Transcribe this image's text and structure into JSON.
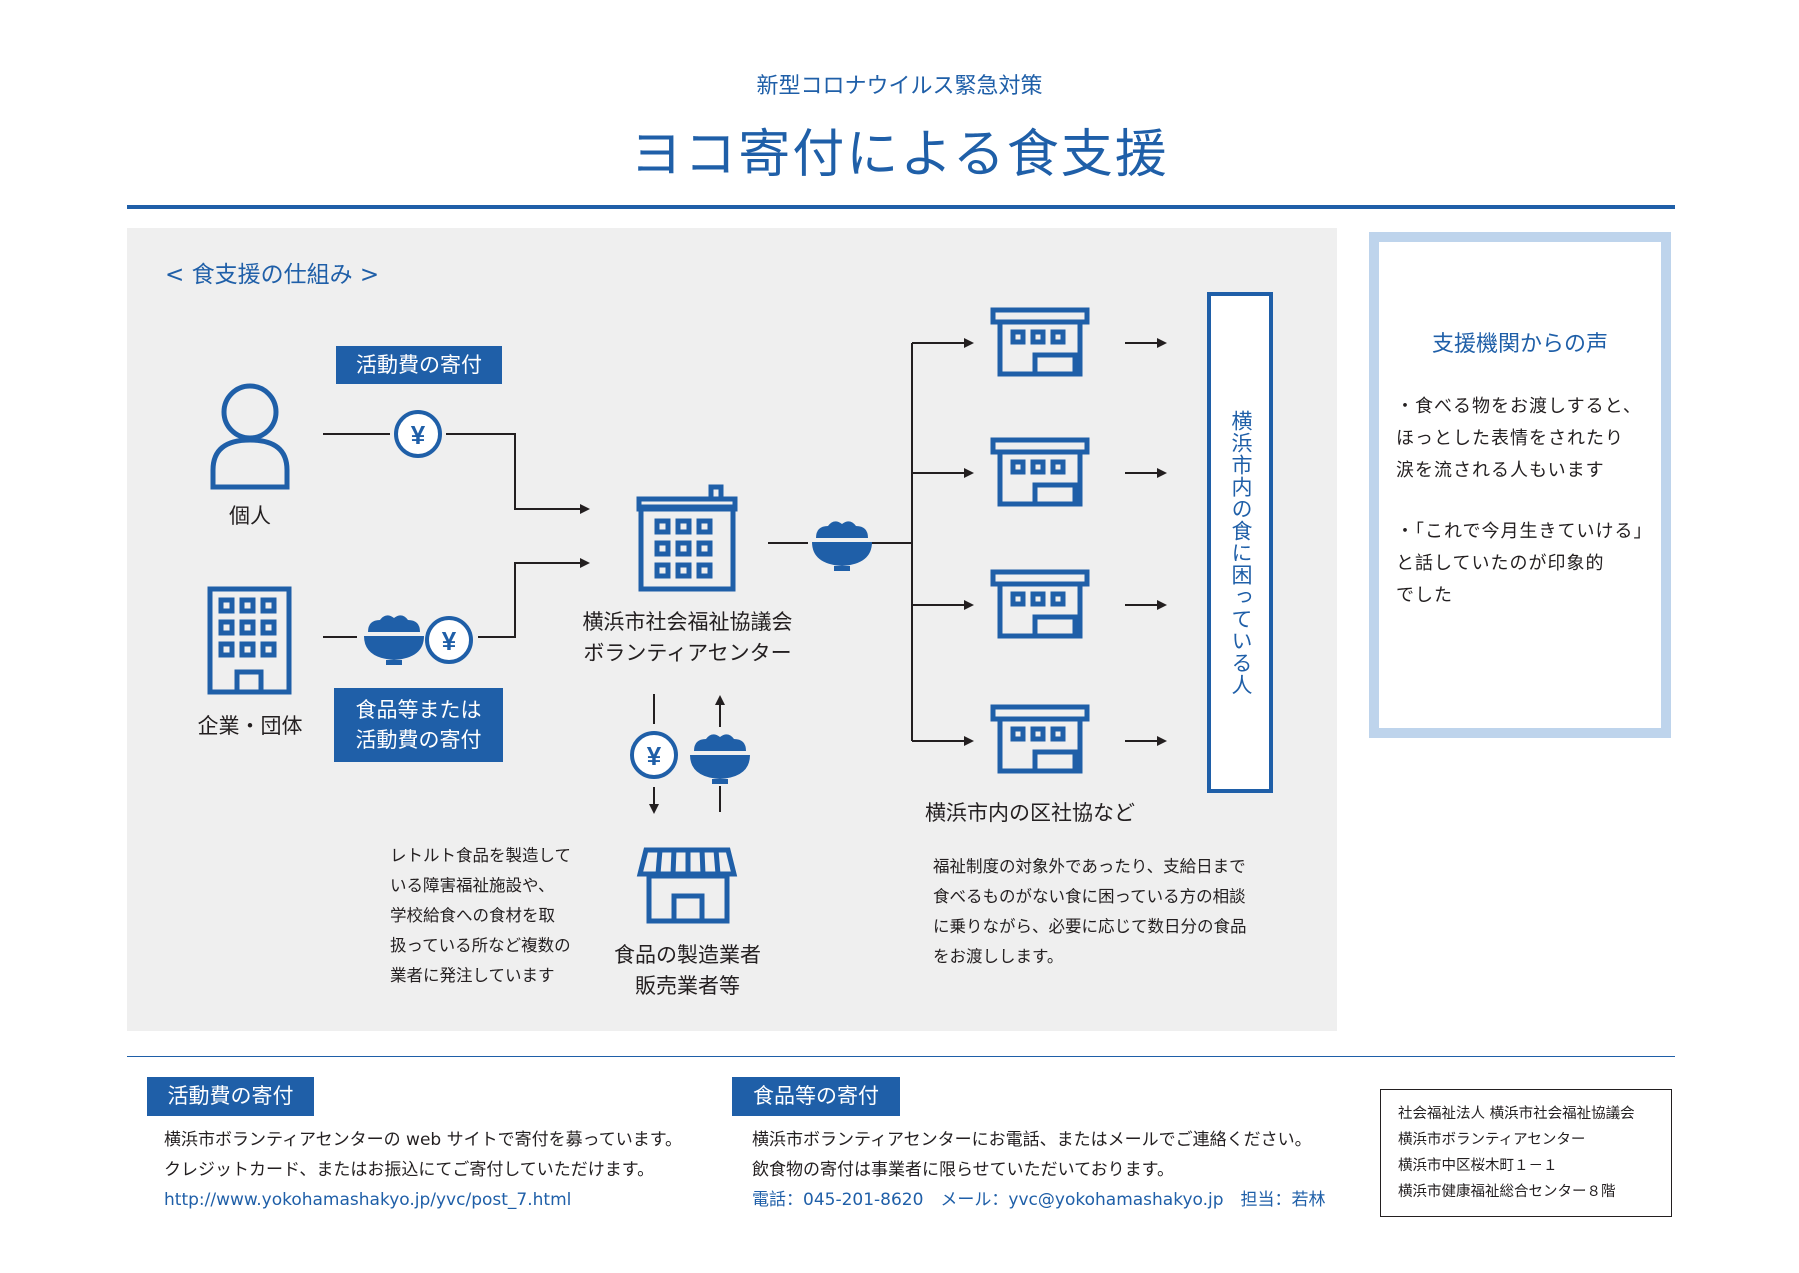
{
  "header": {
    "subtitle": "新型コロナウイルス緊急対策",
    "title": "ヨコ寄付による食支援"
  },
  "diagram": {
    "section_heading": "< 食支援の仕組み >",
    "tag_activity_donation": "活動費の寄付",
    "tag_food_or_activity_line1": "食品等または",
    "tag_food_or_activity_line2": "活動費の寄付",
    "individual_label": "個人",
    "company_label": "企業・団体",
    "center_label_line1": "横浜市社会福祉協議会",
    "center_label_line2": "ボランティアセンター",
    "maker_label_line1": "食品の製造業者",
    "maker_label_line2": "販売業者等",
    "maker_note": [
      "レトルト食品を製造して",
      "いる障害福祉施設や、",
      "学校給食への食材を取",
      "扱っている所など複数の",
      "業者に発注しています"
    ],
    "ward_label": "横浜市内の区社協など",
    "ward_note": [
      "福祉制度の対象外であったり、支給日まで",
      "食べるものがない食に困っている方の相談",
      "に乗りながら、必要に応じて数日分の食品",
      "をお渡しします。"
    ],
    "recipients_label": "横浜市内の食に困っている人"
  },
  "voices": {
    "title": "支援機関からの声",
    "items": [
      [
        "・食べる物をお渡しすると、",
        "ほっとした表情をされたり",
        "涙を流される人もいます"
      ],
      [
        "・「これで今月生きていける」",
        "と話していたのが印象的",
        "でした"
      ]
    ]
  },
  "footer": {
    "activity": {
      "tag": "活動費の寄付",
      "line1": "横浜市ボランティアセンターの web サイトで寄付を募っています。",
      "line2": "クレジットカード、またはお振込にてご寄付していただけます。",
      "url": "http://www.yokohamashakyo.jp/yvc/post_7.html"
    },
    "food": {
      "tag": "食品等の寄付",
      "line1": "横浜市ボランティアセンターにお電話、またはメールでご連絡ください。",
      "line2": "飲食物の寄付は事業者に限らせていただいております。",
      "contact_line": "電話：045-201-8620　メール：yvc@yokohamashakyo.jp　担当：若林"
    },
    "org": [
      "社会福祉法人 横浜市社会福祉協議会",
      "横浜市ボランティアセンター",
      "横浜市中区桜木町１－１",
      "横浜市健康福祉総合センター８階"
    ]
  },
  "colors": {
    "accent": "#1f5fa8",
    "light_accent": "#bed4ec",
    "panel": "#efefef"
  }
}
